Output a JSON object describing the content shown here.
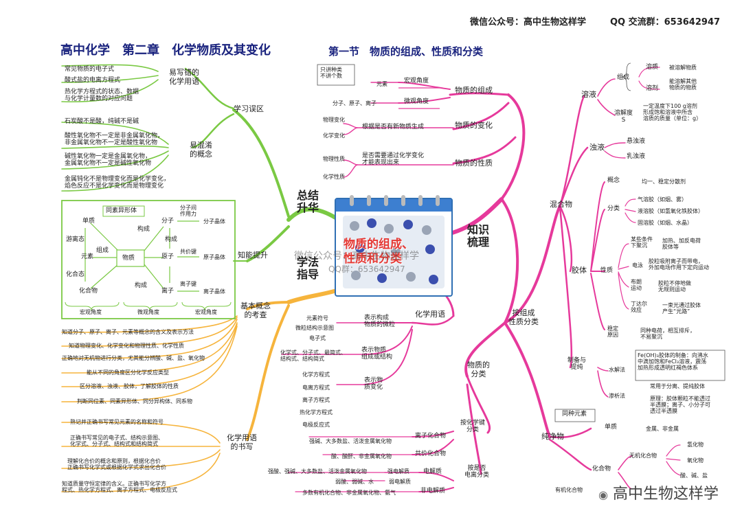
{
  "header": {
    "wechat": "微信公众号：高中生物这样学",
    "qq": "QQ 交流群：653642947",
    "title_main": "高中化学　第二章　化学物质及其变化",
    "title_section": "第一节　物质的组成、性质和分类"
  },
  "center": {
    "title_line1": "物质的组成、",
    "title_line2": "性质和分类",
    "watermark_line1": "微信公众号：高中生物这样学",
    "watermark_line2": "QQ群：653642947"
  },
  "branches": {
    "zongjie": "总结\n升华",
    "xuefa": "学法\n指导",
    "zhishi": "知识\n梳理"
  },
  "left_top": {
    "xuexi_wuqu": "学习误区",
    "yixiecuo": "易写错的\n化学用语",
    "yixiecuo_items": [
      "常见物质的电子式",
      "酸式盐的电离方程式",
      "热化学方程式的状态、数据\n与化学计量数的对应问题"
    ],
    "yihunxiao": "易混淆\n的概念",
    "yihunxiao_items": [
      "石炭酸不是酸，纯碱不是碱",
      "酸性氧化物不一定是非金属氧化物，\n非金属氧化物不一定是酸性氧化物",
      "碱性氧化物一定是金属氧化物，\n金属氧化物不一定是碱性氧化物",
      "金属钝化不是物理变化而是化学变化，\n焰色反应不是化学变化而是物理变化"
    ]
  },
  "nengli": {
    "label": "知能提升",
    "tongsuyiti": "同素异形体",
    "danzhi": "单质",
    "youlitai": "游离态",
    "yuansu": "元素",
    "zucheng": "组成",
    "wuzhi": "物质",
    "huahetai": "化合态",
    "huahewu": "化合物",
    "goucheng1": "构成",
    "goucheng2": "构成",
    "goucheng3": "构成",
    "fenzi": "分子",
    "yuanzi": "原子",
    "lizi": "离子",
    "fenzijian": "分子间\n作用力",
    "gongjiajian": "共价键",
    "lizijian": "离子键",
    "fenzijingti": "分子晶体",
    "yuanzijingti": "原子晶体",
    "lizijingti": "离子晶体",
    "hongguan": "宏观角度",
    "weiguan": "微观角度",
    "jiaodu3": "宏观角度"
  },
  "left_bottom": {
    "jiben": "基本概念\n的考查",
    "jiben_items": [
      "知道分子、原子、离子、元素等概念的含义及表示方法",
      "知道物理变化、化学变化和物理性质、化学性质",
      "正确地对无机物进行分类，尤其能分辨酸、碱、盐、氧化物",
      "能从不同的角度区分化学反应类型",
      "区分溶液、浊液、胶体，了解胶体的性质",
      "判断同位素、同素异形体、同分异构体、同系物"
    ],
    "yongyu": "化学用语\n的书写",
    "yongyu_items": [
      "熟记并正确书写常见元素的名称和符号",
      "正确书写常见的电子式、结构示意图、\n化学式、分子式、结构式和结构简式",
      "理解化合价的概念和原则，根据化合价\n正确书写化学式或根据化学式求出化合价",
      "知道质量守恒定律的含义。正确书写化学方\n程式、热化学方程式、离子方程式、电极反应式"
    ]
  },
  "mid_top": {
    "zucheng": "物质的组成",
    "only_note": "只讲种类\n不讲个数",
    "yuansu": "元素",
    "hongguan": "宏观角度",
    "weili": "分子、原子、离子",
    "weiguan": "微观角度",
    "bianhua": "物质的变化",
    "wulibianhua": "物理变化",
    "huaxuebianhua": "化学变化",
    "bianhua_basis": "根据是否有新物质生成",
    "xingzhi": "物质的性质",
    "wulixingzhi": "物理性质",
    "huaxuexingzhi": "化学性质",
    "xingzhi_basis": "是否需要通过化学变化\n才能表现出来"
  },
  "mid_bottom": {
    "yongyu": "化学用语",
    "yuansufuhao": "元素符号",
    "jiegou": "微粒结构示意图",
    "dianzishi": "电子式",
    "biaoshi_weili": "表示构成\n物质的微粒",
    "huaxueshi": "化学式、分子式、最简式、\n结构式、结构简式",
    "biaoshi_zucheng": "表示物质\n组成或结构",
    "fangchengshi": [
      "化学方程式",
      "电离方程式",
      "离子方程式",
      "热化学方程式",
      "电极反应式"
    ],
    "biaoshi_bianhua": "表示物\n质变化",
    "fenlei": "物质的\n分类",
    "anjian": "按化学键\n分类",
    "lizi_huahe": "离子化合物",
    "lizi_items": "强碱、大多数盐、活泼金属氧化物",
    "gongjia_huahe": "共价化合物",
    "gongjia_items": "酸、酸酐、非金属氧化物",
    "andianli": "按是否\n电离分类",
    "dianjiezhi": "电解质",
    "qiang": "强电解质",
    "qiang_items": "强酸、强碱、大多数盐、活泼金属氧化物",
    "ruo": "弱电解质",
    "ruo_items": "弱酸、弱碱、水",
    "feidianjiezhi": "非电解质",
    "fei_items": "多数有机化合物、非金属氧化物、氨气"
  },
  "right": {
    "anzucheng": "按组成\n性质分类",
    "hunhewu": "混合物",
    "rongye": "溶液",
    "zucheng": "组成",
    "rongzhi": "溶质",
    "rongzhi_desc": "被溶解物质",
    "rongji": "溶剂",
    "rongji_desc": "能溶解其他\n物质的物质",
    "rongjiedu": "溶解度\nS",
    "rongjiedu_desc": "一定温度下100 g溶剂\n形成饱和溶液中所含\n溶质的质量（单位：g）",
    "zhuoye": "浊液",
    "xuanzhuoye": "悬浊液",
    "ruzhuoye": "乳浊液",
    "jiaoti": "胶体",
    "gainian": "概念",
    "gainian_desc": "均一、稳定分散剂",
    "fenlei": "分类",
    "qirongjiao": "气溶胶（如烟、雾）",
    "yerongjiao": "液溶胶（如氢氧化铁胶体）",
    "gurongjiao": "固溶胶（如烟、水晶）",
    "xingzhi": "性质",
    "jutuan": "某些条件\n下聚沉",
    "jutuan_desc": "加热、加反电荷\n胶体等",
    "dianyong": "电泳",
    "dianyong_desc": "胶粒吸附离子而带电，\n外加电场作用下定向运动",
    "bulang": "布朗\n运动",
    "bulang_desc": "胶粒不停地做\n无规则运动",
    "dingdaer": "丁达尔\n效应",
    "dingdaer_desc": "一束光通过胶体\n产生“光路”",
    "wending": "稳定\n原因",
    "wending_desc": "同种电荷，相互排斥，\n不易聚沉",
    "zhibei": "制备与\n提纯",
    "shuijiefa": "水解法",
    "shuijiefa_desc": "Fe(OH)₃胶体的制备：向沸水\n中滴加饱和FeCl₃溶液，震荡\n加热形成透明红褐色体系",
    "shenxi": "渗析法",
    "shenxi_desc1": "常用于分离、提纯胶体",
    "shenxi_desc2": "原理：胶体颗粒不能透过\n半透膜；离子、小分子可\n透过半透膜",
    "chunjingwu": "纯净物",
    "tongzhong": "同种元素",
    "danzhi": "单质",
    "danzhi_desc": "金属、非金属",
    "huahewu": "化合物",
    "wuji": "无机化合物",
    "yanghuawu": "氧化物",
    "qinghuawu": "氢化物",
    "suanjianyan": "酸、碱、盐",
    "youji": "有机化合物"
  },
  "footer_watermark": "高中生物这样学",
  "colors": {
    "green": "#7ac943",
    "orange": "#f6b43c",
    "magenta": "#e6399b",
    "title": "#1a237e"
  }
}
